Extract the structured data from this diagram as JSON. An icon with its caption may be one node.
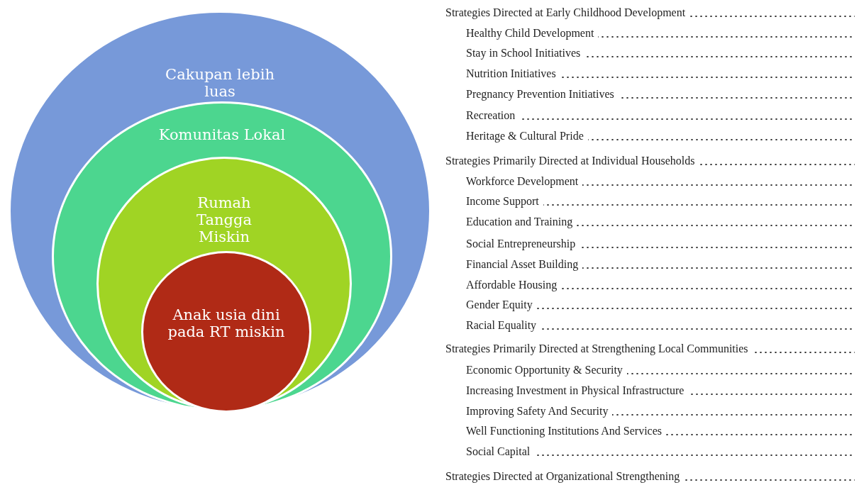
{
  "diagram": {
    "nodes": [
      {
        "text": [
          "Cakupan lebih luas"
        ]
      },
      {
        "text": [
          "Komunitas Lokal"
        ],
        "in": 0
      },
      {
        "text": [
          "Rumah Tangga Miskin"
        ],
        "in": 1
      },
      {
        "text": [
          "Anak usia dini pada RT miskin"
        ],
        "in": 2
      }
    ],
    "labels": [
      "Strategies Directed at Early Childhood Development",
      "Healthy Child Development",
      "Stay in School Initiatives",
      "Nutrition Initiatives",
      "Pregnancy Prevention Initiatives",
      "Recreation",
      "Heritage & Cultural Pride",
      "Strategies Primarily Directed at Individual Households",
      "Workforce Development",
      "Income Support",
      "Education and Training",
      "Social Entrepreneurship",
      "Financial Asset Building",
      "Affordable Housing",
      "Gender Equity",
      "Racial Equality",
      "Strategies Primarily Directed at Strengthening Local Communities",
      "Economic Opportunity & Security",
      "Increasing Investment in Physical Infrastructure",
      "Improving Safety And Security",
      "Well Functioning Institutions And Services",
      "Social Capital",
      "Strategies Directed at Organizational Strengthening"
    ]
  }
}
